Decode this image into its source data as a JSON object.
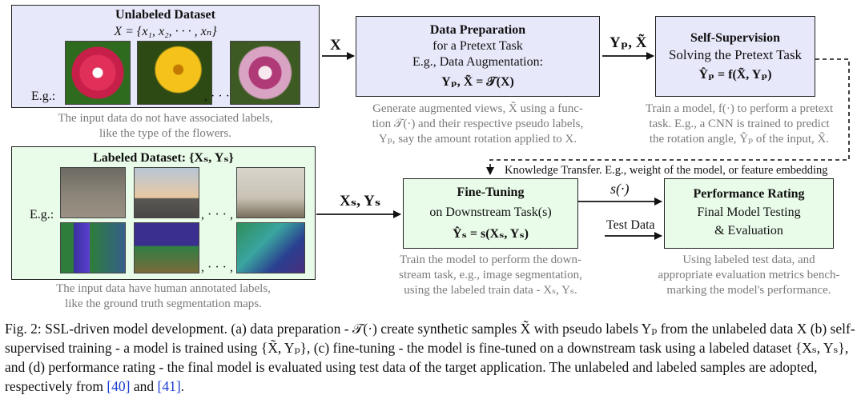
{
  "unlabeled": {
    "title": "Unlabeled Dataset",
    "math": "X   =   {x₁, x₂, · · · , xₙ}",
    "eg": "E.g.:",
    "dots": ", · · · ,",
    "note": [
      "The input data do not have associated labels,",
      "like the type of the flowers."
    ]
  },
  "data_prep": {
    "title": "Data Preparation",
    "line1": "for a Pretext Task",
    "line2": "E.g., Data Augmentation:",
    "math": "Yₚ, X̃  =  𝒯(X)",
    "note": [
      "Generate augmented views, X̃ using a func-",
      "tion 𝒯(·) and their respective pseudo labels,",
      "Yₚ, say the amount rotation applied to X."
    ]
  },
  "self_sup": {
    "title": "Self-Supervision",
    "line1": "Solving the Pretext Task",
    "math": "Ŷₚ  =  f(X̃, Yₚ)",
    "note": [
      "Train a model, f(·) to perform a pretext",
      "task. E.g., a CNN is trained to predict",
      "the rotation angle, Ŷₚ of the input, X̃."
    ]
  },
  "labeled": {
    "title": "Labeled Dataset:  {Xₛ, Yₛ}",
    "eg": "E.g.:",
    "dots1": ", · · · ,",
    "dots2": ", · · · ,",
    "note": [
      "The input data have human annotated labels,",
      "like the ground truth segmentation maps."
    ]
  },
  "finetune": {
    "title": "Fine-Tuning",
    "line1": "on Downstream Task(s)",
    "math": "Ŷₛ  =  s(Xₛ, Yₛ)",
    "note": [
      "Train the model to perform the down-",
      "stream task, e.g., image segmentation,",
      "using the labeled train data - Xₛ, Yₛ."
    ]
  },
  "perf": {
    "title": "Performance Rating",
    "line1": "Final Model Testing",
    "line2": "& Evaluation",
    "note": [
      "Using labeled test data, and",
      "appropriate evaluation metrics bench-",
      "marking the model's performance."
    ]
  },
  "arrows": {
    "x_label": "X",
    "yp_x_label": "Yₚ, X̃",
    "xs_ys_label": "Xₛ, Yₛ",
    "s_label": "s(·)",
    "test_label": "Test Data",
    "knowledge": "Knowledge Transfer. E.g., weight of the model, or feature embedding"
  },
  "caption": {
    "text": "Fig. 2: SSL-driven model development. (a) data preparation - 𝒯(·) create synthetic samples X̃ with pseudo labels Yₚ from the unlabeled data X (b) self-supervised training - a model is trained using {X̃, Yₚ}, (c) fine-tuning - the model is fine-tuned on a downstream task using a labeled dataset {Xₛ, Yₛ}, and (d) performance rating - the final model is evaluated using test data of the target application. The unlabeled and labeled samples are adopted, respectively from ",
    "ref1": "[40]",
    "mid": " and ",
    "ref2": "[41]",
    "end": "."
  },
  "colors": {
    "lavender": "#e8e8fb",
    "mint": "#e9fbe9",
    "ref_blue": "#1a3bd1",
    "note_gray": "#7a7a7a"
  }
}
